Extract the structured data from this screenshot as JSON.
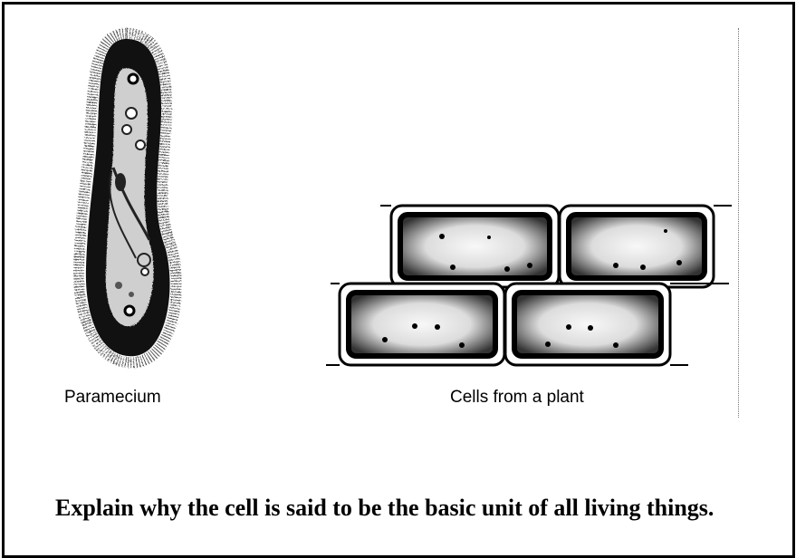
{
  "captions": {
    "paramecium": "Paramecium",
    "plant_cells": "Cells from a plant"
  },
  "question": "Explain why the cell is said to be the basic unit of all living things.",
  "colors": {
    "ink": "#000000",
    "background": "#ffffff"
  }
}
